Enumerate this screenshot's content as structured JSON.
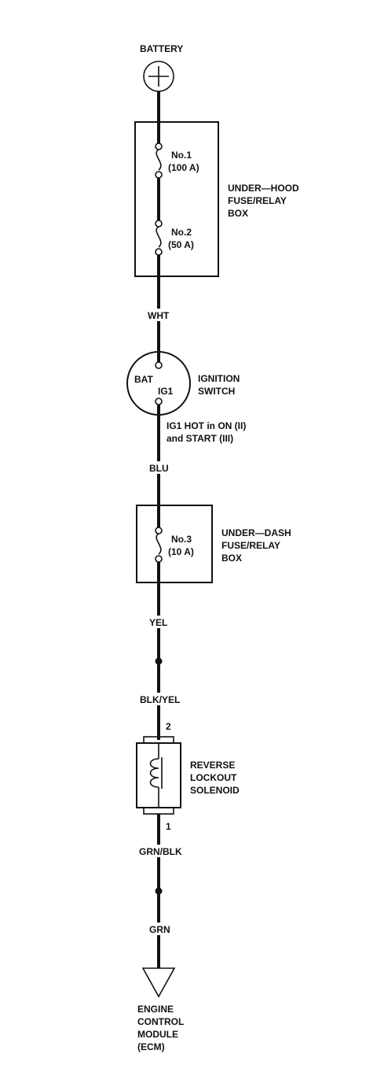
{
  "battery": {
    "label": "BATTERY"
  },
  "underhood_box": {
    "label": [
      "UNDER—HOOD",
      "FUSE/RELAY",
      "BOX"
    ],
    "fuse1": {
      "name": "No.1",
      "rating": "(100 A)"
    },
    "fuse2": {
      "name": "No.2",
      "rating": "(50 A)"
    }
  },
  "wires": {
    "w1": "WHT",
    "w2": "BLU",
    "w3": "YEL",
    "w4": "BLK/YEL",
    "w5": "GRN/BLK",
    "w6": "GRN"
  },
  "ignition_switch": {
    "label": [
      "IGNITION",
      "SWITCH"
    ],
    "bat_terminal": "BAT",
    "ig1_terminal": "IG1",
    "note": [
      "IG1 HOT in ON (II)",
      "and START (III)"
    ]
  },
  "underdash_box": {
    "label": [
      "UNDER—DASH",
      "FUSE/RELAY",
      "BOX"
    ],
    "fuse3": {
      "name": "No.3",
      "rating": "(10 A)"
    }
  },
  "solenoid": {
    "label": [
      "REVERSE",
      "LOCKOUT",
      "SOLENOID"
    ],
    "pin_top": "2",
    "pin_bottom": "1"
  },
  "ecm": {
    "label": [
      "ENGINE",
      "CONTROL",
      "MODULE",
      "(ECM)"
    ]
  }
}
